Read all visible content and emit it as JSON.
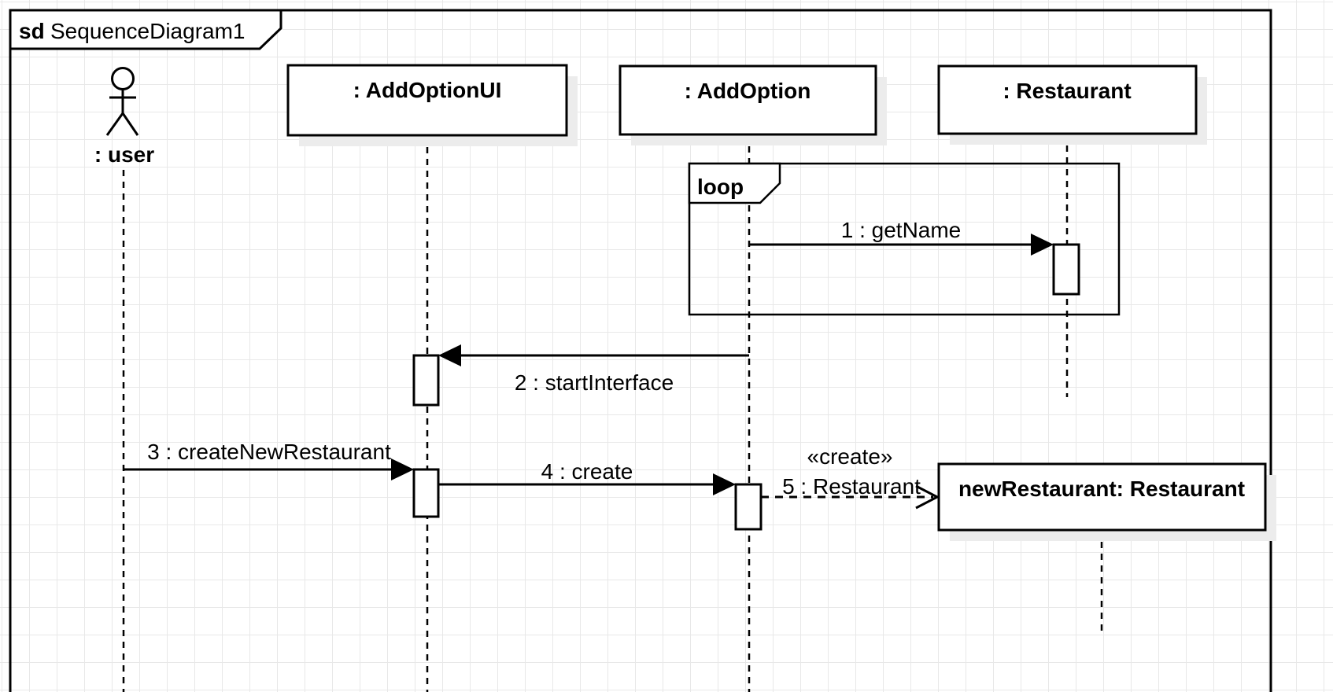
{
  "diagram": {
    "frame": {
      "keyword": "sd",
      "name": "SequenceDiagram1"
    },
    "actor": {
      "label": ": user"
    },
    "lifelines": {
      "addOptionUI": ": AddOptionUI",
      "addOption": ": AddOption",
      "restaurant": ": Restaurant"
    },
    "created_object": "newRestaurant: Restaurant",
    "fragment": {
      "operator": "loop"
    },
    "messages": {
      "m1": "1 : getName",
      "m2": "2 : startInterface",
      "m3": "3 : createNewRestaurant",
      "m4": "4 : create",
      "m5_stereotype": "«create»",
      "m5": "5 : Restaurant"
    },
    "colors": {
      "stroke": "#000000",
      "background": "#ffffff",
      "grid_line": "#e8e8e8",
      "shadow": "#ececec"
    }
  }
}
